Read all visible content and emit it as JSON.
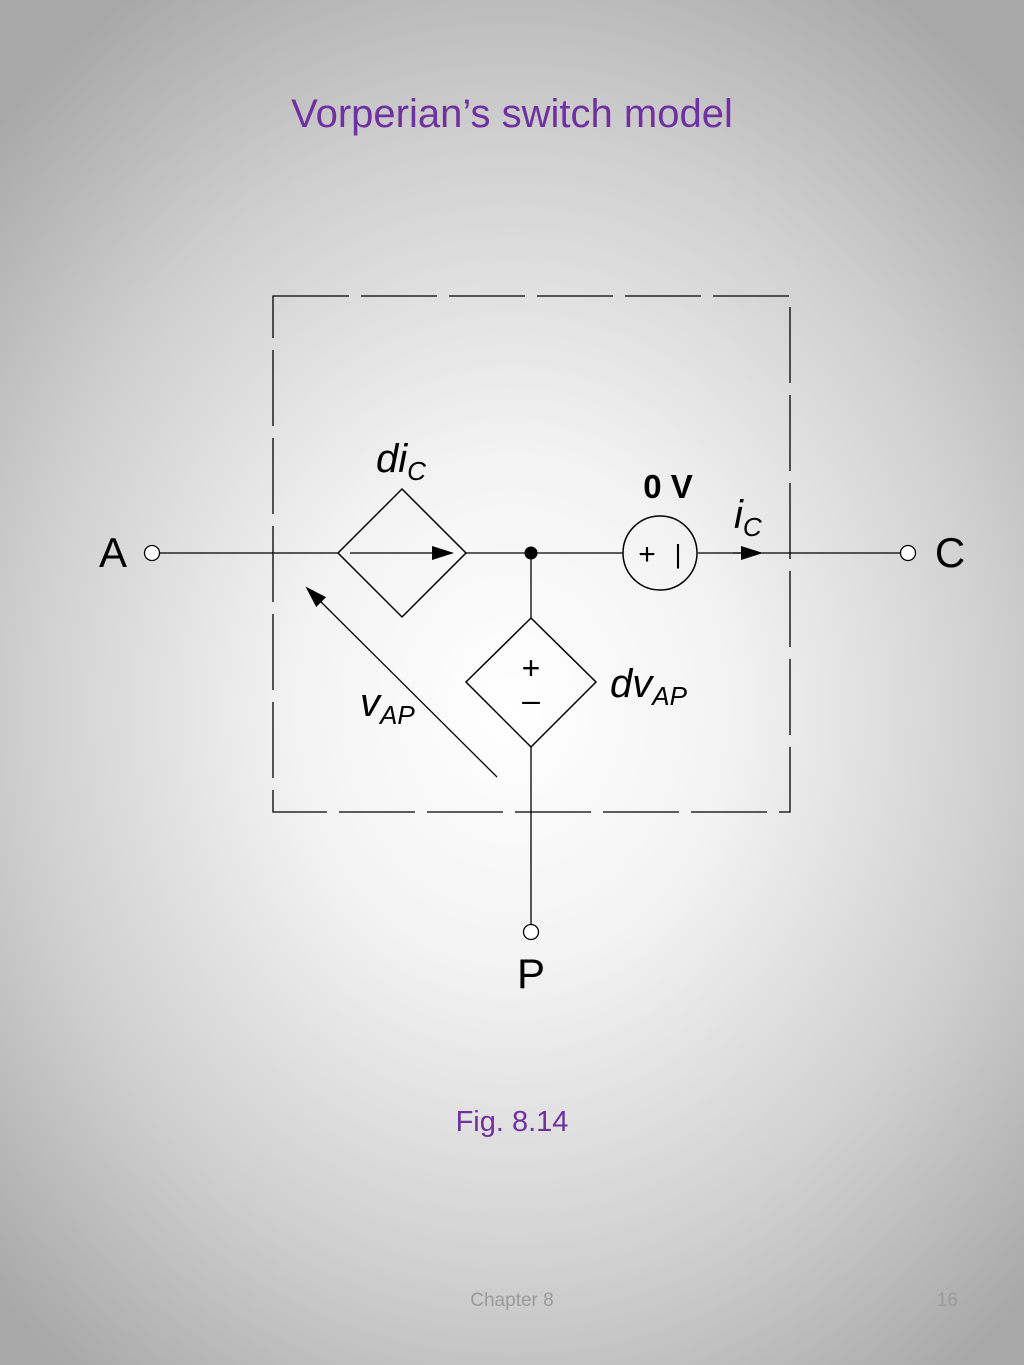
{
  "slide": {
    "title": "Vorperian’s switch model",
    "caption": "Fig. 8.14",
    "footer": "Chapter 8",
    "page_number": "16",
    "accent_color": "#7030a0"
  },
  "circuit": {
    "terminals": {
      "a": "A",
      "c": "C",
      "p": "P"
    },
    "current_source": {
      "label_main": "di",
      "label_sub": "C"
    },
    "voltage_source": {
      "label": "0 V",
      "plus": "+",
      "minus": "|"
    },
    "current_label": {
      "main": "i",
      "sub": "C"
    },
    "dependent_voltage_source": {
      "label_main": "dv",
      "label_sub": "AP",
      "plus": "+",
      "minus": "–"
    },
    "voltage_label": {
      "main": "v",
      "sub": "AP"
    }
  }
}
